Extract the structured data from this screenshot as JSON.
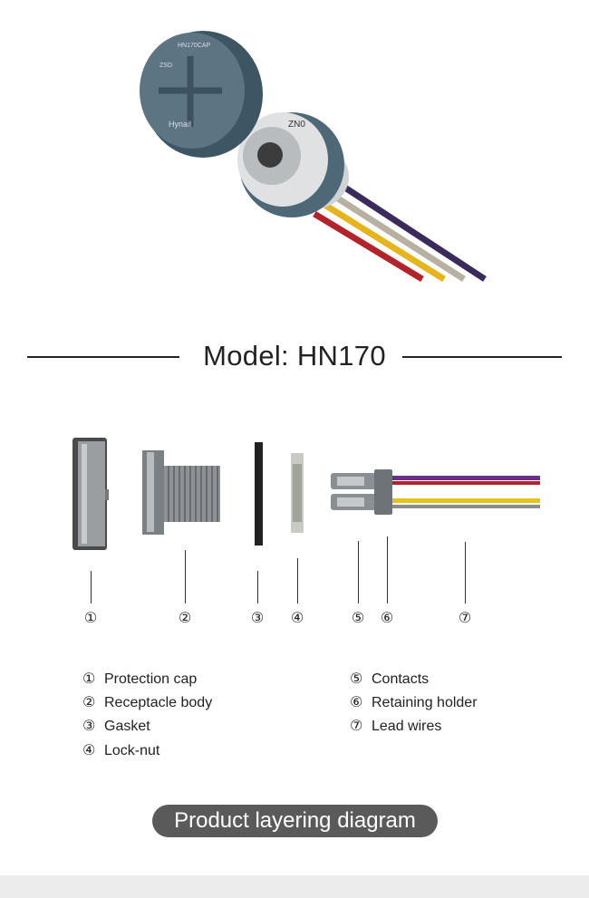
{
  "hero": {
    "cap_text_top": "HN170CAP",
    "cap_text_ring": "ZSD",
    "cap_logo": "Hynail",
    "receptacle_label": "ZN0"
  },
  "title": "Model: HN170",
  "callouts": [
    "①",
    "②",
    "③",
    "④",
    "⑤",
    "⑥",
    "⑦"
  ],
  "legend_left": [
    {
      "num": "①",
      "label": "Protection cap"
    },
    {
      "num": "②",
      "label": "Receptacle body"
    },
    {
      "num": "③",
      "label": "Gasket"
    },
    {
      "num": "④",
      "label": "Lock-nut"
    }
  ],
  "legend_right": [
    {
      "num": "⑤",
      "label": "Contacts"
    },
    {
      "num": "⑥",
      "label": "Retaining holder"
    },
    {
      "num": "⑦",
      "label": "Lead wires"
    }
  ],
  "badge": "Product layering diagram",
  "colors": {
    "wire_purple": "#3b2a5c",
    "wire_gray": "#b8b0a0",
    "wire_yellow": "#e6b51e",
    "wire_red": "#b3232a",
    "cap": "#5d7582"
  }
}
